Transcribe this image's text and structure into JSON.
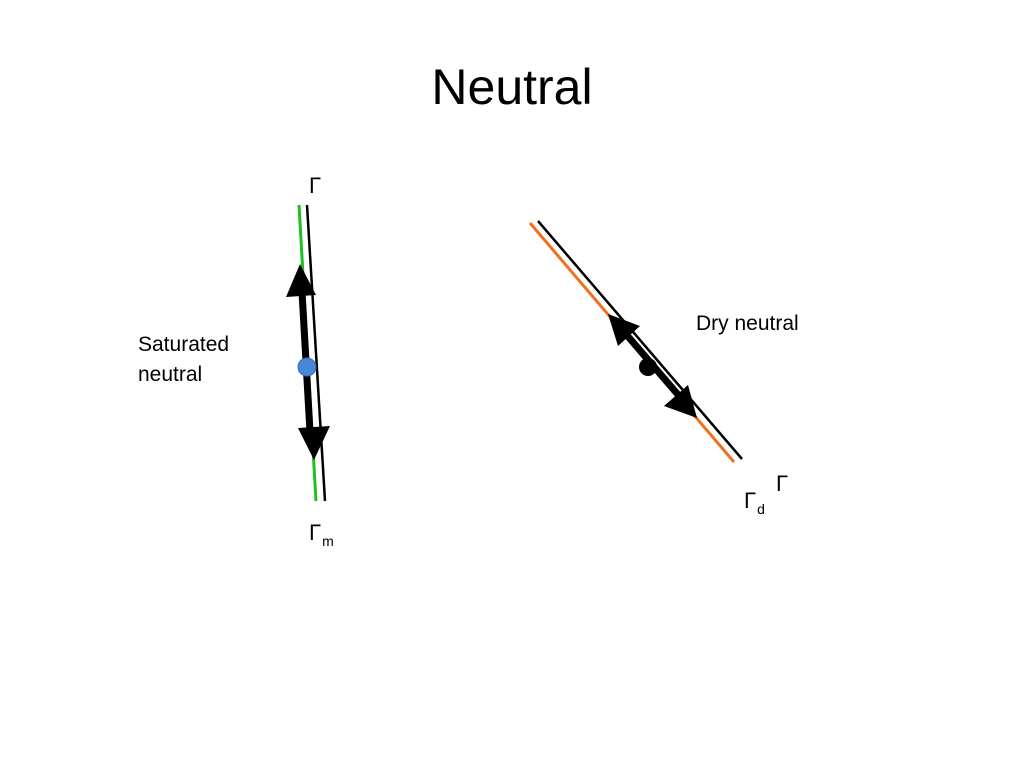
{
  "title": "Neutral",
  "left_panel": {
    "label_line1": "Saturated",
    "label_line2": "neutral",
    "gamma_top": "Γ",
    "gamma_bottom": "Γ",
    "gamma_bottom_sub": "m",
    "line_color": "#1fbf1f",
    "parcel_color": "#4a86d6"
  },
  "right_panel": {
    "label": "Dry neutral",
    "gamma_left": "Γ",
    "gamma_left_sub": "d",
    "gamma_right": "Γ",
    "line_color": "#f07020",
    "parcel_color": "#000000"
  }
}
